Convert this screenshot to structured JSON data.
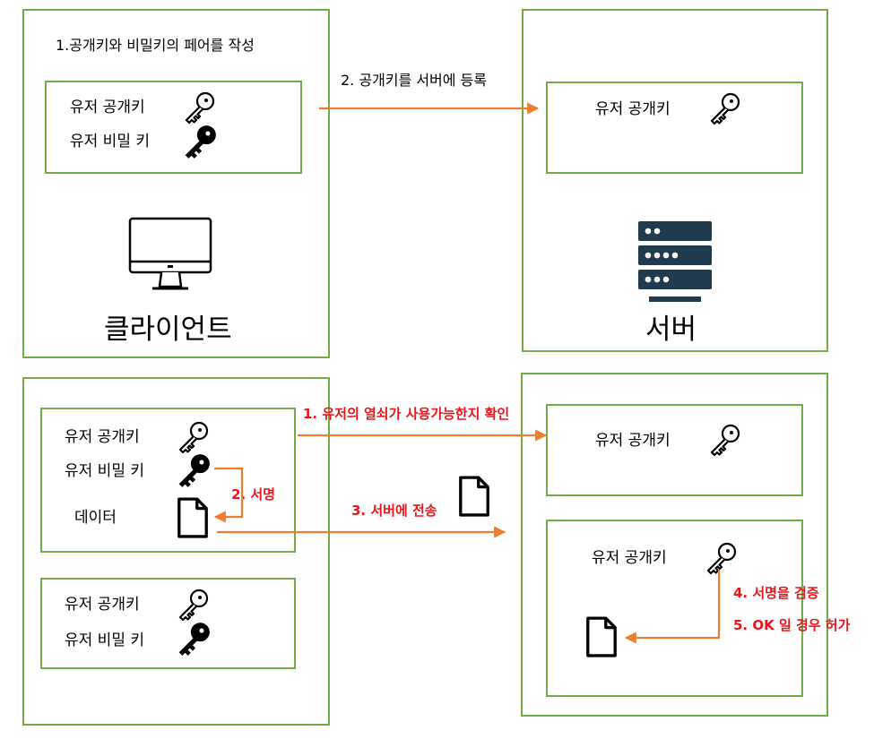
{
  "top": {
    "client": {
      "step_label": "1.공개키와 비밀키의 페어를 작성",
      "public_key_label": "유저 공개키",
      "private_key_label": "유저 비밀 키",
      "title": "클라이언트"
    },
    "arrow_label": "2. 공개키를 서버에 등록",
    "server": {
      "public_key_label": "유저 공개키",
      "title": "서버"
    }
  },
  "bottom": {
    "client": {
      "public_key_label": "유저 공개키",
      "private_key_label": "유저 비밀 키",
      "data_label": "데이터",
      "sign_label": "2. 서명",
      "second_public_key_label": "유저 공개키",
      "second_private_key_label": "유저 비밀 키"
    },
    "check_label": "1. 유저의 열쇠가 사용가능한지 확인",
    "send_label": "3. 서버에 전송",
    "server": {
      "public_key_label": "유저 공개키",
      "second_public_key_label": "유저 공개키",
      "verify_label": "4. 서명을 검증",
      "allow_label": "5. OK 일 경우 허가"
    }
  },
  "colors": {
    "box_border": "#70ad47",
    "arrow": "#ed7d31",
    "label_red": "#e8161c",
    "server_icon": "#1f3b4d"
  },
  "icons": [
    "key-outline-icon",
    "key-solid-icon",
    "monitor-icon",
    "server-rack-icon",
    "document-icon"
  ]
}
